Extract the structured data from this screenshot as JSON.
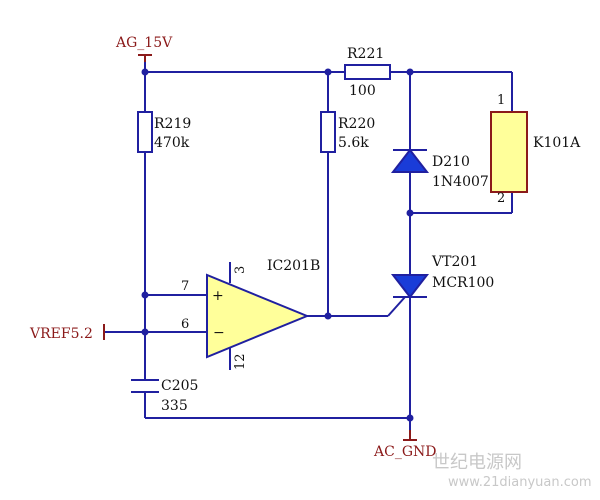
{
  "nets": {
    "supply": "AG_15V",
    "ground": "AC_GND",
    "vref": "VREF5.2"
  },
  "components": {
    "r219": {
      "ref": "R219",
      "value": "470k"
    },
    "r220": {
      "ref": "R220",
      "value": "5.6k"
    },
    "r221": {
      "ref": "R221",
      "value": "100"
    },
    "d210": {
      "ref": "D210",
      "value": "1N4007"
    },
    "k101a": {
      "ref": "K101A",
      "pin1": "1",
      "pin2": "2"
    },
    "vt201": {
      "ref": "VT201",
      "value": "MCR100"
    },
    "c205": {
      "ref": "C205",
      "value": "335"
    },
    "ic201b": {
      "ref": "IC201B",
      "pin_plus_in": "7",
      "pin_minus_in": "6",
      "pin_top": "3",
      "pin_bottom": "12",
      "sign_plus": "+",
      "sign_minus": "−"
    }
  },
  "watermark": {
    "cn": "世纪电源网",
    "url": "www.21dianyuan.com"
  },
  "colors": {
    "wire": "#2020a0",
    "net_label": "#8b1a1a",
    "opamp_fill": "#ffff9a",
    "diode_fill": "#1a3cd8"
  }
}
